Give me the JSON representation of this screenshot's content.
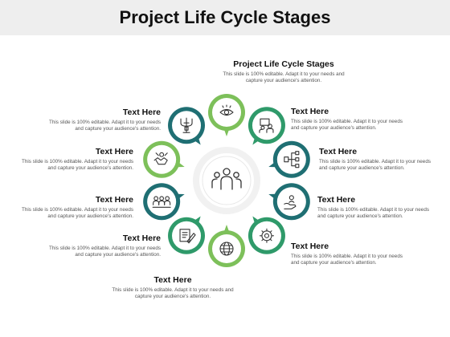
{
  "title": "Project Life Cycle Stages",
  "colors": {
    "dark_teal": "#1f6f73",
    "mid_green": "#2f9a6a",
    "light_green": "#7dc05a",
    "hub_outer": "#f2f2f2",
    "hub_inner": "#ffffff",
    "icon": "#333333"
  },
  "stages": [
    {
      "heading": "Project Life Cycle Stages",
      "description": "This slide is 100% editable. Adapt it to your needs and capture your audience's attention.",
      "icon": "eye-icon"
    },
    {
      "heading": "Text Here",
      "description": "This slide is 100% editable. Adapt it to your needs and capture your audience's attention.",
      "icon": "presentation-icon"
    },
    {
      "heading": "Text Here",
      "description": "This slide is 100% editable. Adapt it to your needs and capture your audience's attention.",
      "icon": "org-structure-icon"
    },
    {
      "heading": "Text Here",
      "description": "This slide is 100% editable. Adapt it to your needs and capture your audience's attention.",
      "icon": "hand-person-icon"
    },
    {
      "heading": "Text Here",
      "description": "This slide is 100% editable. Adapt it to your needs and capture your audience's attention.",
      "icon": "gear-icon"
    },
    {
      "heading": "Text Here",
      "description": "This slide is 100% editable. Adapt it to your needs and capture your audience's attention.",
      "icon": "globe-icon"
    },
    {
      "heading": "Text Here",
      "description": "This slide is 100% editable. Adapt it to your needs and capture your audience's attention.",
      "icon": "document-pen-icon"
    },
    {
      "heading": "Text Here",
      "description": "This slide is 100% editable. Adapt it to your needs and capture your audience's attention.",
      "icon": "team-icon"
    },
    {
      "heading": "Text Here",
      "description": "This slide is 100% editable. Adapt it to your needs and capture your audience's attention.",
      "icon": "handshake-icon"
    },
    {
      "heading": "Text Here",
      "description": "This slide is 100% editable. Adapt it to your needs and capture your audience's attention.",
      "icon": "trident-icon"
    }
  ],
  "hub_icon": "group-people-icon"
}
